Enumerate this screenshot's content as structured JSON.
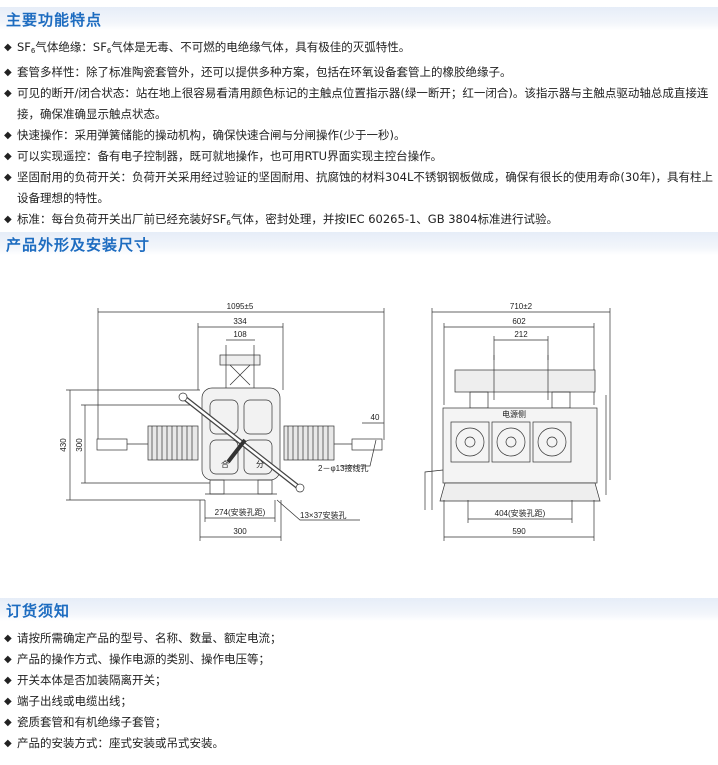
{
  "sections": {
    "features": {
      "title": "主要功能特点",
      "items": [
        {
          "a": "SF",
          "s": "6",
          "b": "气体绝缘：SF",
          "s2": "6",
          "c": "气体是无毒、不可燃的电绝缘气体，具有极佳的灭弧特性。"
        },
        {
          "a": "套管多样性：除了标准陶瓷套管外，还可以提供多种方案，包括在环氧设备套管上的橡胶绝缘子。"
        },
        {
          "a": "可见的断开/闭合状态：站在地上很容易看清用颜色标记的主触点位置指示器(绿一断开；红一闭合)。该指示器与主触点驱动轴总成直接连接，确保准确显示触点状态。"
        },
        {
          "a": "快速操作：采用弹簧储能的操动机构，确保快速合闸与分闸操作(少于一秒)。"
        },
        {
          "a": "可以实现遥控：备有电子控制器，既可就地操作，也可用RTU界面实现主控台操作。"
        },
        {
          "a": "坚固耐用的负荷开关：负荷开关采用经过验证的坚固耐用、抗腐蚀的材料304L不锈钢钢板做成，确保有很长的使用寿命(30年)，具有柱上设备理想的特性。"
        },
        {
          "a": "标准：每台负荷开关出厂前已经充装好SF",
          "s": "6",
          "b": "气体，密封处理，并按IEC 60265-1、GB 3804标准进行试验。"
        }
      ]
    },
    "dimensions": {
      "title": "产品外形及安装尺寸",
      "left": {
        "overall": "1095±5",
        "body": "334",
        "bracket": "108",
        "height": "430",
        "height_inner": "300",
        "terminal": "40",
        "terminal_hole": "2－φ13接线孔",
        "mount_spacing": "274(安装孔距)",
        "base": "300",
        "mount_hole": "13×37安装孔",
        "close": "合",
        "open": "分"
      },
      "right": {
        "overall": "710±2",
        "body": "602",
        "bracket": "212",
        "source_side": "电源侧",
        "mount_spacing": "404(安装孔距)",
        "base": "590"
      }
    },
    "ordering": {
      "title": "订货须知",
      "items": [
        "请按所需确定产品的型号、名称、数量、额定电流；",
        "产品的操作方式、操作电源的类别、操作电压等；",
        "开关本体是否加装隔离开关；",
        "端子出线或电缆出线；",
        "瓷质套管和有机绝缘子套管；",
        "产品的安装方式：座式安装或吊式安装。"
      ]
    }
  },
  "bullet_glyph": "◆"
}
